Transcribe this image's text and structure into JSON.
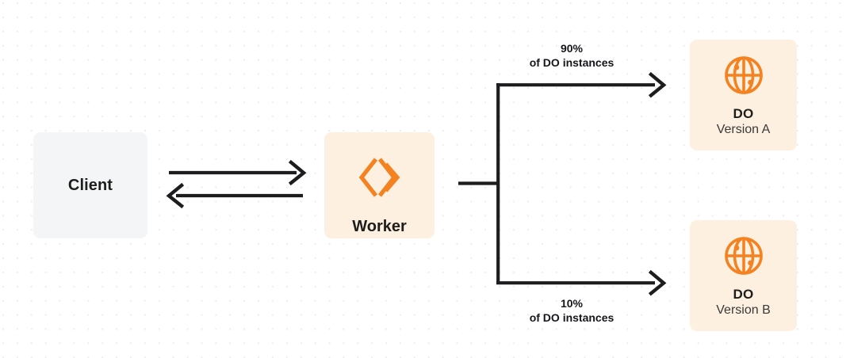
{
  "diagram": {
    "type": "architecture-flow",
    "nodes": [
      {
        "id": "client",
        "title": "Client",
        "subtitle": "",
        "icon": "",
        "box_color": "#f4f5f7",
        "text_color": "#1d1d1b"
      },
      {
        "id": "worker",
        "title": "Worker",
        "subtitle": "",
        "icon": "cloudflare-workers-icon",
        "box_color": "#fdf0e1",
        "icon_color": "#f48220",
        "text_color": "#1d1d1b"
      },
      {
        "id": "do-a",
        "title": "DO",
        "subtitle": "Version A",
        "icon": "globe-icon",
        "box_color": "#fdf0e1",
        "icon_color": "#f48220",
        "text_color": "#1d1d1b"
      },
      {
        "id": "do-b",
        "title": "DO",
        "subtitle": "Version B",
        "icon": "globe-icon",
        "box_color": "#fdf0e1",
        "icon_color": "#f48220",
        "text_color": "#1d1d1b"
      }
    ],
    "edges": [
      {
        "id": "client-to-worker",
        "from": "client",
        "to": "worker",
        "direction": "right",
        "label": ""
      },
      {
        "id": "worker-to-client",
        "from": "worker",
        "to": "client",
        "direction": "left",
        "label": ""
      },
      {
        "id": "worker-to-do-a",
        "from": "worker",
        "to": "do-a",
        "direction": "right",
        "percent": "90%",
        "description": "of DO instances"
      },
      {
        "id": "worker-to-do-b",
        "from": "worker",
        "to": "do-b",
        "direction": "right",
        "percent": "10%",
        "description": "of DO instances"
      }
    ],
    "line_color": "#1d1d1f",
    "background_color": "#ffffff",
    "grid_dot_color": "#ececed"
  }
}
